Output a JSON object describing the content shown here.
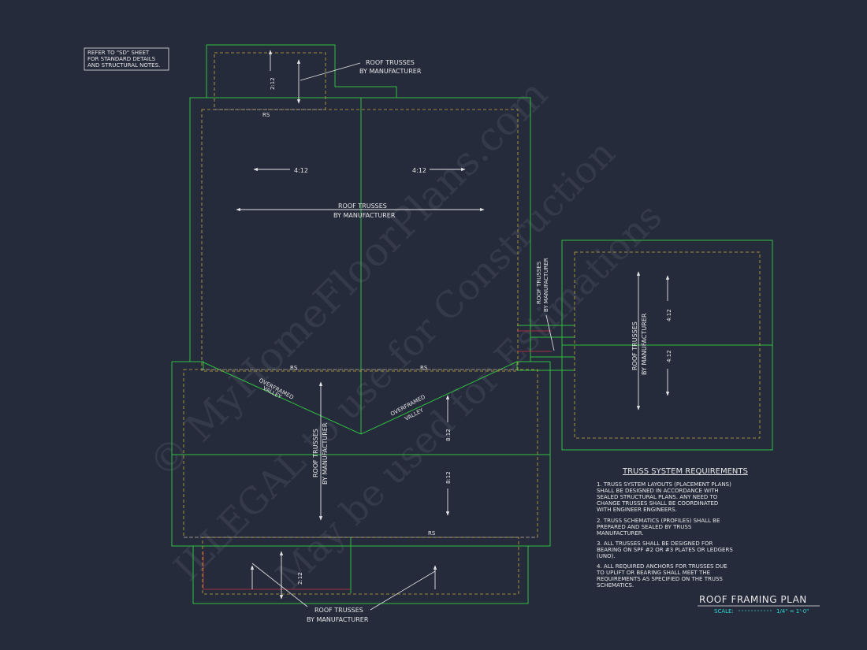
{
  "watermark": {
    "line1": "© MyHomeFloorPlans.com",
    "line2": "ILLEGAL to use for Construction",
    "line3": "May be used for Estimations"
  },
  "sd_note": [
    "REFER TO \"SD\" SHEET",
    "FOR STANDARD DETAILS",
    "AND STRUCTURAL NOTES."
  ],
  "labels": {
    "roof_trusses": "ROOF TRUSSES",
    "by_manufacturer": "BY MANUFACTURER",
    "rs": "RS",
    "overframed": "OVERFRAMED",
    "valley": "VALLEY"
  },
  "pitches": {
    "p2_12": "2:12",
    "p4_12": "4:12",
    "p8_12": "8:12"
  },
  "requirements": {
    "title": "TRUSS SYSTEM REQUIREMENTS",
    "items": [
      [
        "1. TRUSS SYSTEM LAYOUTS (PLACEMENT PLANS)",
        "SHALL BE DESIGNED IN ACCORDANCE WITH",
        "SEALED STRUCTURAL PLANS. ANY NEED TO",
        "CHANGE TRUSSES SHALL BE COORDINATED",
        "WITH ENGINEER ENGINEERS."
      ],
      [
        "2. TRUSS SCHEMATICS (PROFILES) SHALL BE",
        "PREPARED AND SEALED BY TRUSS",
        "MANUFACTURER."
      ],
      [
        "3. ALL TRUSSES SHALL BE DESIGNED FOR",
        "BEARING ON SPF #2 OR #3 PLATES OR LEDGERS",
        "(UNO)."
      ],
      [
        "4. ALL REQUIRED ANCHORS FOR TRUSSES DUE",
        "TO UPLIFT OR BEARING SHALL MEET THE",
        "REQUIREMENTS AS SPECIFIED ON THE TRUSS",
        "SCHEMATICS."
      ]
    ]
  },
  "title_block": {
    "title": "ROOF FRAMING PLAN",
    "scale_label": "SCALE:",
    "scale_value": "1/4\" = 1'-0\""
  },
  "colors": {
    "background": "#262b3c",
    "wall": "#2fbf3f",
    "dashed": "#c9a93a",
    "ridge": "#9aa0b4",
    "arrow": "#e6e6e6",
    "accent": "#2fd2d2",
    "red": "#c8323c"
  }
}
